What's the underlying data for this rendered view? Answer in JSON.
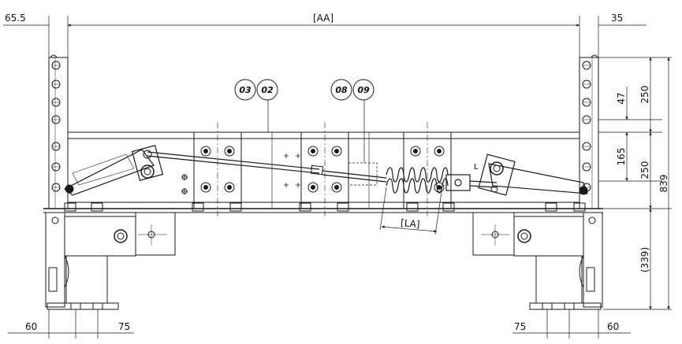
{
  "dimensions": {
    "left_offset": "65.5",
    "overall_width": "[AA]",
    "right_offset": "35",
    "top_upper": "47",
    "top_section": "250",
    "mid_upper": "165",
    "mid_section": "250",
    "total_height": "839",
    "lower_height": "(339)",
    "link_length": "[LA]",
    "link_small": "L",
    "bottom_left_outer": "60",
    "bottom_left_inner": "75",
    "bottom_right_inner": "75",
    "bottom_right_outer": "60"
  },
  "balloons": [
    "03",
    "02",
    "08",
    "09"
  ],
  "colors": {
    "line": "#1a1a1a",
    "background": "#ffffff"
  }
}
